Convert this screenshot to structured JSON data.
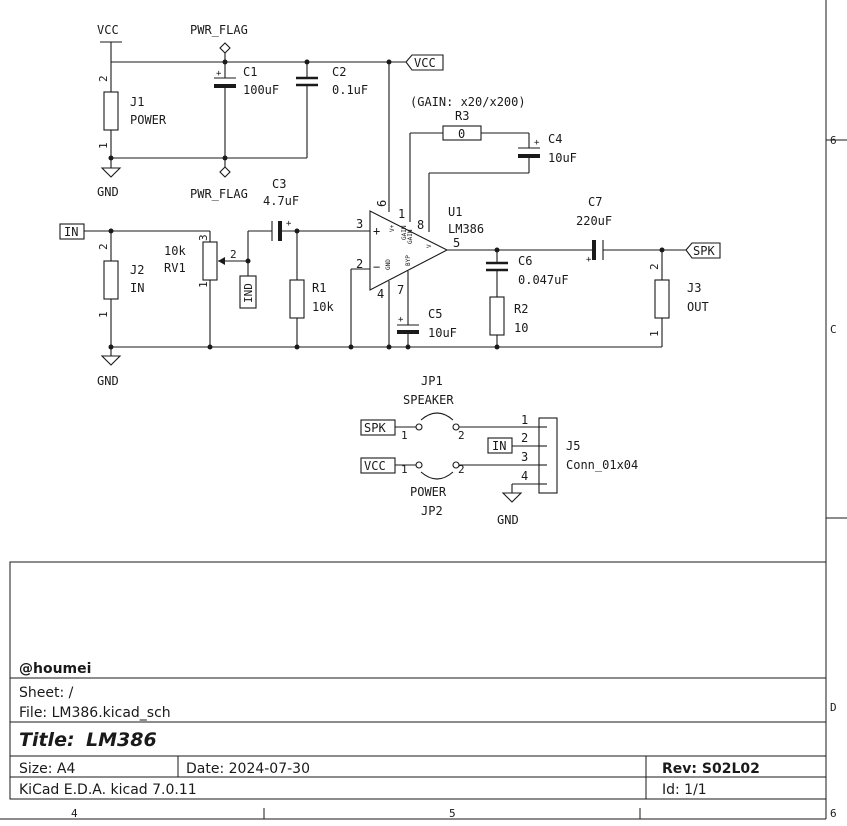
{
  "frame": {
    "right_zones": [
      "6",
      "C",
      "D",
      "6"
    ],
    "bottom_zones": [
      "4",
      "5"
    ]
  },
  "power": {
    "vcc_top": "VCC",
    "vcc_label": "VCC",
    "gnd_top": "GND",
    "gnd_mid": "GND",
    "gnd_j5": "GND",
    "pwr_flag_top": "PWR_FLAG",
    "pwr_flag_bottom": "PWR_FLAG"
  },
  "labels": {
    "in": "IN",
    "spk": "SPK",
    "ind": "IND",
    "gain_note": "(GAIN: x20/x200)"
  },
  "components": {
    "j1": {
      "ref": "J1",
      "value": "POWER",
      "pin_top": "2",
      "pin_bottom": "1"
    },
    "j2": {
      "ref": "J2",
      "value": "IN",
      "pin_top": "2",
      "pin_bottom": "1"
    },
    "j3": {
      "ref": "J3",
      "value": "OUT",
      "pin_top": "2",
      "pin_bottom": "1"
    },
    "c1": {
      "ref": "C1",
      "value": "100uF"
    },
    "c2": {
      "ref": "C2",
      "value": "0.1uF"
    },
    "c3": {
      "ref": "C3",
      "value": "4.7uF"
    },
    "c4": {
      "ref": "C4",
      "value": "10uF"
    },
    "c5": {
      "ref": "C5",
      "value": "10uF"
    },
    "c6": {
      "ref": "C6",
      "value": "0.047uF"
    },
    "c7": {
      "ref": "C7",
      "value": "220uF"
    },
    "r1": {
      "ref": "R1",
      "value": "10k"
    },
    "r2": {
      "ref": "R2",
      "value": "10"
    },
    "r3": {
      "ref": "R3",
      "value": "0"
    },
    "rv1": {
      "ref": "RV1",
      "value": "10k",
      "pin1": "1",
      "pin2": "2",
      "pin3": "3"
    },
    "u1": {
      "ref": "U1",
      "value": "LM386",
      "pin_in_plus": "3",
      "pin_in_minus": "2",
      "pin_out": "5",
      "pin_vs": "6",
      "pin_g1": "1",
      "pin_g8": "8",
      "pin_gnd": "4",
      "pin_byp": "7",
      "sym_plus": "+",
      "sym_minus": "−",
      "int_vs": "V+",
      "int_gnd": "GND",
      "int_g1": "GAIN",
      "int_g8": "GAIN",
      "int_byp": "BYP",
      "int_out": "V"
    },
    "jp1": {
      "ref": "JP1",
      "value": "SPEAKER",
      "pin1": "1",
      "pin2": "2"
    },
    "jp2": {
      "ref": "JP2",
      "value": "POWER",
      "pin1": "1",
      "pin2": "2"
    },
    "j5": {
      "ref": "J5",
      "value": "Conn_01x04",
      "pins": [
        "1",
        "2",
        "3",
        "4"
      ]
    }
  },
  "title_block": {
    "company": "@houmei",
    "sheet": "Sheet: /",
    "file": "File: LM386.kicad_sch",
    "title_prefix": "Title:",
    "title": "LM386",
    "size": "Size: A4",
    "date": "Date: 2024-07-30",
    "rev": "Rev: S02L02",
    "tool": "KiCad E.D.A.  kicad 7.0.11",
    "id": "Id: 1/1"
  }
}
